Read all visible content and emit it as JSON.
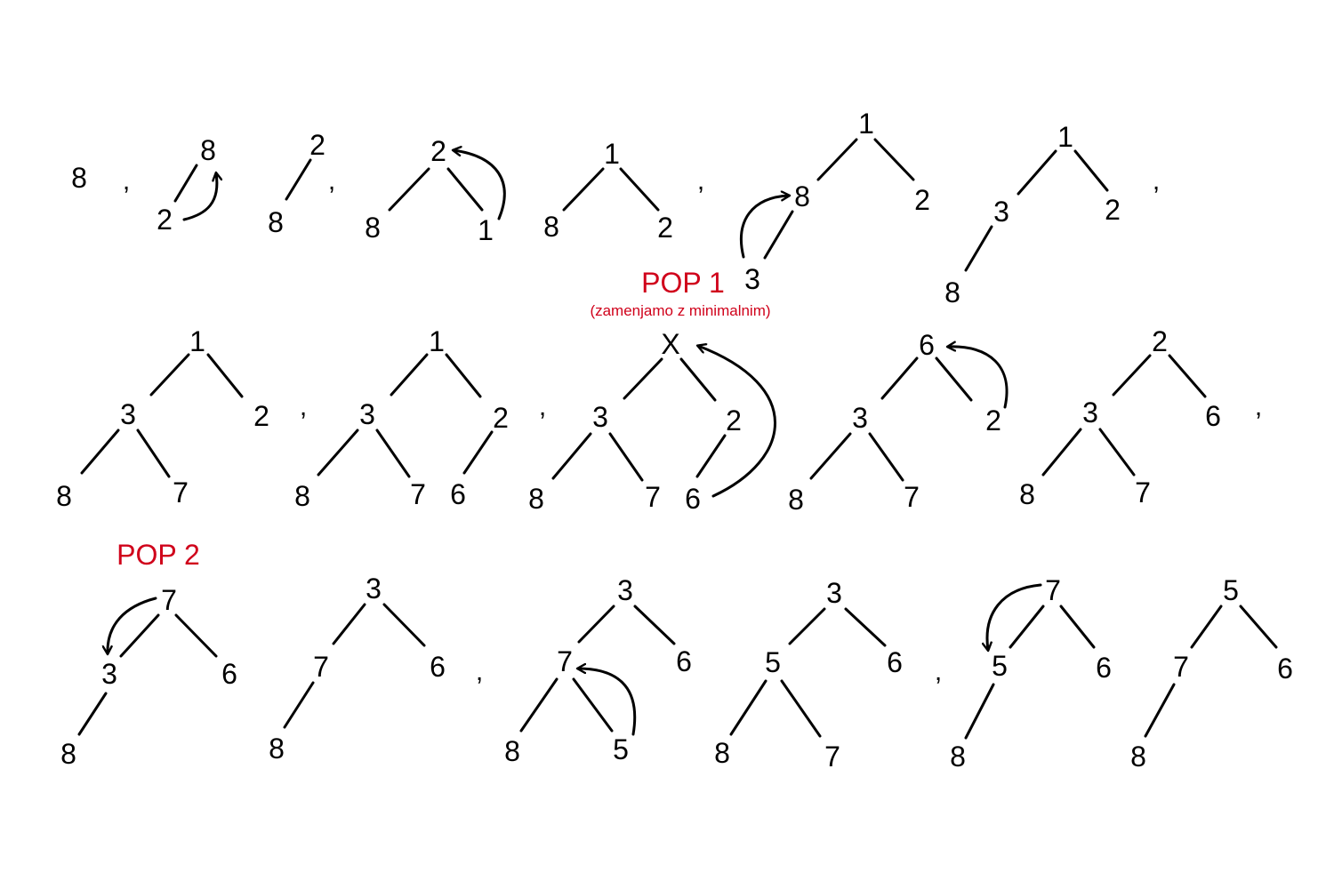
{
  "colors": {
    "ink": "#000000",
    "accent": "#d0021b"
  },
  "labels": [
    {
      "id": "pop1-title",
      "text": "POP 1"
    },
    {
      "id": "pop1-note",
      "text": "(zamenjamo z minimalnim)"
    },
    {
      "id": "pop2-title",
      "text": "POP 2"
    }
  ],
  "nodes": [
    {
      "id": "r1-a",
      "text": "8"
    },
    {
      "id": "r1-b-top",
      "text": "8"
    },
    {
      "id": "r1-b-child",
      "text": "2"
    },
    {
      "id": "r1-c-root",
      "text": "2"
    },
    {
      "id": "r1-c-child",
      "text": "8"
    },
    {
      "id": "r1-d-root",
      "text": "2"
    },
    {
      "id": "r1-d-left",
      "text": "8"
    },
    {
      "id": "r1-d-right",
      "text": "1"
    },
    {
      "id": "r1-e-root",
      "text": "1"
    },
    {
      "id": "r1-e-left",
      "text": "8"
    },
    {
      "id": "r1-e-right",
      "text": "2"
    },
    {
      "id": "r1-f-root",
      "text": "1"
    },
    {
      "id": "r1-f-left",
      "text": "8"
    },
    {
      "id": "r1-f-right",
      "text": "2"
    },
    {
      "id": "r1-f-leaf",
      "text": "3"
    },
    {
      "id": "r1-g-root",
      "text": "1"
    },
    {
      "id": "r1-g-left",
      "text": "3"
    },
    {
      "id": "r1-g-right",
      "text": "2"
    },
    {
      "id": "r1-g-leaf",
      "text": "8"
    },
    {
      "id": "r2-a-root",
      "text": "1"
    },
    {
      "id": "r2-a-left",
      "text": "3"
    },
    {
      "id": "r2-a-right",
      "text": "2"
    },
    {
      "id": "r2-a-ll",
      "text": "8"
    },
    {
      "id": "r2-a-lr",
      "text": "7"
    },
    {
      "id": "r2-b-root",
      "text": "1"
    },
    {
      "id": "r2-b-left",
      "text": "3"
    },
    {
      "id": "r2-b-right",
      "text": "2"
    },
    {
      "id": "r2-b-ll",
      "text": "8"
    },
    {
      "id": "r2-b-lr",
      "text": "7"
    },
    {
      "id": "r2-b-rl",
      "text": "6"
    },
    {
      "id": "r2-c-root",
      "text": "X"
    },
    {
      "id": "r2-c-left",
      "text": "3"
    },
    {
      "id": "r2-c-right",
      "text": "2"
    },
    {
      "id": "r2-c-ll",
      "text": "8"
    },
    {
      "id": "r2-c-lr",
      "text": "7"
    },
    {
      "id": "r2-c-rl",
      "text": "6"
    },
    {
      "id": "r2-d-root",
      "text": "6"
    },
    {
      "id": "r2-d-left",
      "text": "3"
    },
    {
      "id": "r2-d-right",
      "text": "2"
    },
    {
      "id": "r2-d-ll",
      "text": "8"
    },
    {
      "id": "r2-d-lr",
      "text": "7"
    },
    {
      "id": "r2-e-root",
      "text": "2"
    },
    {
      "id": "r2-e-left",
      "text": "3"
    },
    {
      "id": "r2-e-right",
      "text": "6"
    },
    {
      "id": "r2-e-ll",
      "text": "8"
    },
    {
      "id": "r2-e-lr",
      "text": "7"
    },
    {
      "id": "r3-a-root",
      "text": "7"
    },
    {
      "id": "r3-a-left",
      "text": "3"
    },
    {
      "id": "r3-a-right",
      "text": "6"
    },
    {
      "id": "r3-a-leaf",
      "text": "8"
    },
    {
      "id": "r3-b-root",
      "text": "3"
    },
    {
      "id": "r3-b-left",
      "text": "7"
    },
    {
      "id": "r3-b-right",
      "text": "6"
    },
    {
      "id": "r3-b-leaf",
      "text": "8"
    },
    {
      "id": "r3-c-root",
      "text": "3"
    },
    {
      "id": "r3-c-left",
      "text": "7"
    },
    {
      "id": "r3-c-right",
      "text": "6"
    },
    {
      "id": "r3-c-ll",
      "text": "8"
    },
    {
      "id": "r3-c-lr",
      "text": "5"
    },
    {
      "id": "r3-d-root",
      "text": "3"
    },
    {
      "id": "r3-d-left",
      "text": "5"
    },
    {
      "id": "r3-d-right",
      "text": "6"
    },
    {
      "id": "r3-d-ll",
      "text": "8"
    },
    {
      "id": "r3-d-lr",
      "text": "7"
    },
    {
      "id": "r3-e-root",
      "text": "7"
    },
    {
      "id": "r3-e-left",
      "text": "5"
    },
    {
      "id": "r3-e-right",
      "text": "6"
    },
    {
      "id": "r3-e-leaf",
      "text": "8"
    },
    {
      "id": "r3-f-root",
      "text": "5"
    },
    {
      "id": "r3-f-left",
      "text": "7"
    },
    {
      "id": "r3-f-right",
      "text": "6"
    },
    {
      "id": "r3-f-leaf",
      "text": "8"
    }
  ],
  "separators": [
    {
      "id": "sep-1",
      "text": ","
    },
    {
      "id": "sep-2",
      "text": ","
    },
    {
      "id": "sep-3",
      "text": ","
    },
    {
      "id": "sep-4",
      "text": ","
    },
    {
      "id": "sep-5",
      "text": ","
    },
    {
      "id": "sep-6",
      "text": ","
    },
    {
      "id": "sep-7",
      "text": ","
    },
    {
      "id": "sep-8",
      "text": ","
    },
    {
      "id": "sep-9",
      "text": ","
    },
    {
      "id": "sep-10",
      "text": ","
    }
  ]
}
